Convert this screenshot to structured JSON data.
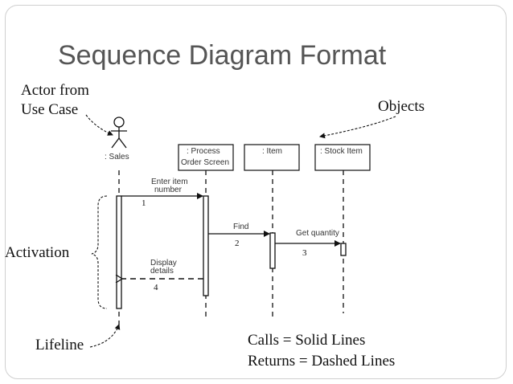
{
  "slide": {
    "title": "Sequence Diagram Format"
  },
  "annotations": {
    "actor_from_line1": "Actor from",
    "actor_from_line2": "Use Case",
    "objects": "Objects",
    "activation": "Activation",
    "lifeline": "Lifeline",
    "calls": "Calls = Solid Lines",
    "returns": "Returns = Dashed Lines"
  },
  "diagram": {
    "actor": ": Sales",
    "objects": [
      {
        "line1": ": Process",
        "line2": "Order Screen"
      },
      {
        "line1": ": Item",
        "line2": ""
      },
      {
        "line1": ": Stock Item",
        "line2": ""
      }
    ],
    "messages": [
      {
        "number": "1",
        "label_line1": "Enter item",
        "label_line2": "number",
        "kind": "call"
      },
      {
        "number": "2",
        "label_line1": "Find",
        "label_line2": "",
        "kind": "call"
      },
      {
        "number": "3",
        "label_line1": "Get quantity",
        "label_line2": "",
        "kind": "call"
      },
      {
        "number": "4",
        "label_line1": "Display",
        "label_line2": "details",
        "kind": "return"
      }
    ]
  }
}
